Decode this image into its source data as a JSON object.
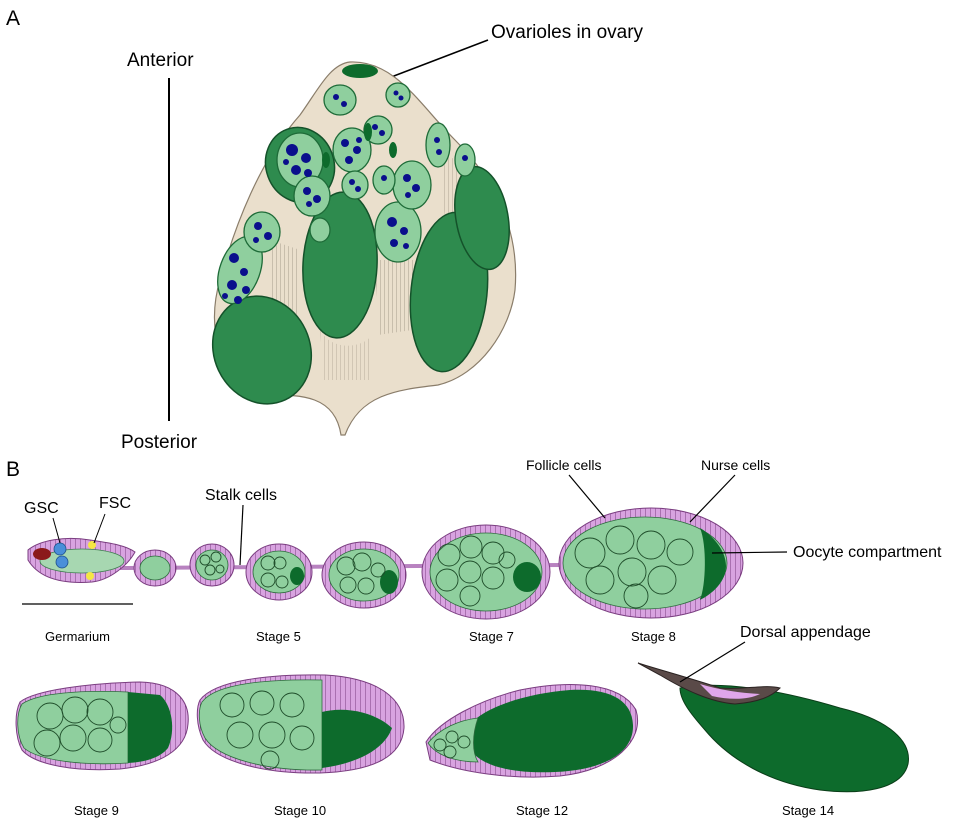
{
  "panel_a": {
    "letter": "A",
    "axis_top": "Anterior",
    "axis_bottom": "Posterior",
    "label_ovarioles": "Ovarioles in ovary"
  },
  "panel_b": {
    "letter": "B",
    "labels": {
      "gsc": "GSC",
      "fsc": "FSC",
      "stalk": "Stalk cells",
      "follicle": "Follicle cells",
      "nurse": "Nurse cells",
      "oocyte": "Oocyte compartment",
      "dorsal": "Dorsal appendage"
    },
    "stages_row1": [
      "Germarium",
      "Stage 5",
      "Stage 7",
      "Stage 8"
    ],
    "stages_row2": [
      "Stage 9",
      "Stage 10",
      "Stage 12",
      "Stage 14"
    ]
  },
  "colors": {
    "ovary_tissue": "#eadfcc",
    "egg_chamber": "#2e8b4e",
    "nurse_cell": "#8fcf9e",
    "oocyte": "#0d6b2c",
    "nucleus": "#0a0f8c",
    "follicle_layer": "#d7a2df",
    "gsc": "#4a8fd9",
    "cap": "#8b1a1a",
    "fsc": "#f5e642",
    "appendage": "#5a4a48"
  }
}
